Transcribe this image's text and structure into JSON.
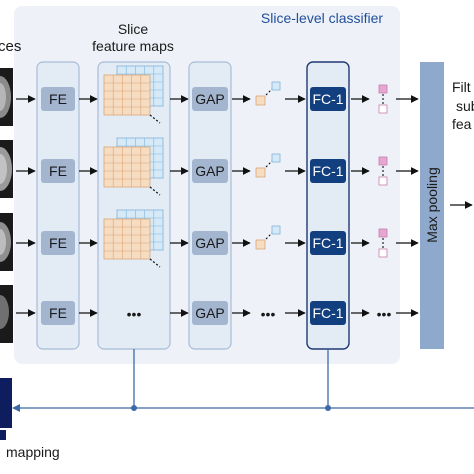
{
  "labels": {
    "slices_partial": "ces",
    "slice_feature_maps_line1": "Slice",
    "slice_feature_maps_line2": "feature maps",
    "classifier_title": "Slice-level classifier",
    "fe": "FE",
    "gap": "GAP",
    "fc": "FC-1",
    "max_pooling": "Max pooling",
    "right_partial_1": "Filt",
    "right_partial_2": "sub",
    "right_partial_3": "fea",
    "ellipsis": "•••",
    "bottom_partial": "mapping"
  },
  "colors": {
    "panel_bg": "#eef2f8",
    "column_bg": "#e3ebf5",
    "column_border": "#a9bcd8",
    "block_fill": "#a4b6cf",
    "fc_fill": "#123f7f",
    "max_pool_fill": "#8fa9cc",
    "title_blue": "#1f4e9a",
    "grid_orange": "#f6dcc1",
    "grid_blue": "#d6e9f7",
    "pink": "#e6a6cf",
    "line_blue": "#3d69a8",
    "dark_navy": "#0d1d5e"
  }
}
